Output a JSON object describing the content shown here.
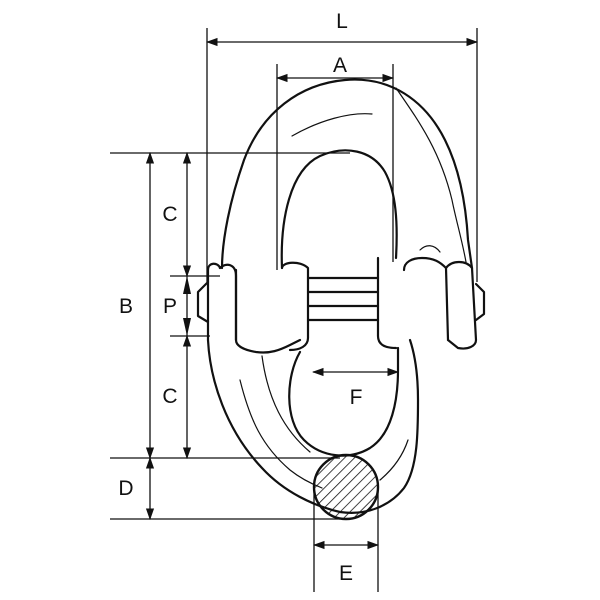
{
  "diagram": {
    "labels": {
      "L": "L",
      "A": "A",
      "B": "B",
      "C_upper": "C",
      "P": "P",
      "C_lower": "C",
      "D": "D",
      "F": "F",
      "E": "E"
    }
  }
}
